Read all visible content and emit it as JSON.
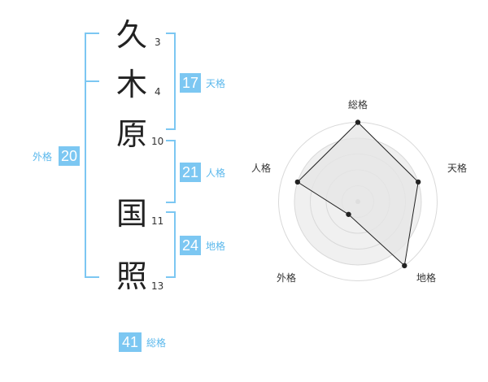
{
  "name_chars": [
    {
      "char": "久",
      "strokes": "3"
    },
    {
      "char": "木",
      "strokes": "4"
    },
    {
      "char": "原",
      "strokes": "10"
    },
    {
      "char": "国",
      "strokes": "11"
    },
    {
      "char": "照",
      "strokes": "13"
    }
  ],
  "fortune": {
    "tenkaku": {
      "value": "17",
      "label": "天格"
    },
    "jinkaku": {
      "value": "21",
      "label": "人格"
    },
    "chikaku": {
      "value": "24",
      "label": "地格"
    },
    "gaikaku": {
      "value": "20",
      "label": "外格"
    },
    "soukaku": {
      "value": "41",
      "label": "総格"
    }
  },
  "colors": {
    "accent": "#7cc7f2",
    "accent_text": "#5bb8ec",
    "grid": "#d9d9d9",
    "fill": "#eeeeee",
    "line": "#222222"
  },
  "chart_data": {
    "type": "radar",
    "axes": [
      "総格",
      "天格",
      "地格",
      "外格",
      "人格"
    ],
    "levels": 5,
    "range": [
      0,
      5
    ],
    "values": [
      5,
      4,
      5,
      1,
      4
    ]
  }
}
